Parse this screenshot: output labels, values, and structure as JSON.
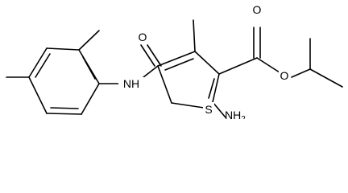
{
  "molecule": {
    "atom_labels": {
      "amide_oxygen": "O",
      "ester_carbonyl_oxygen": "O",
      "ester_ether_oxygen": "O",
      "amide_nitrogen": "NH",
      "ring_sulfur": "S",
      "amino_group": "NH",
      "amino_subscript": "2"
    }
  }
}
